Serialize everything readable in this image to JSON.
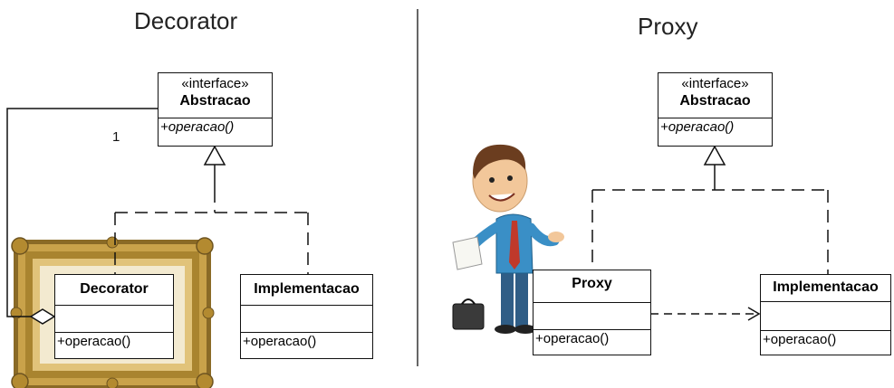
{
  "left_panel": {
    "title": "Decorator",
    "interface": {
      "stereotype": "«interface»",
      "name": "Abstracao",
      "operation": "+operacao()"
    },
    "decorator": {
      "name": "Decorator",
      "operation": "+operacao()"
    },
    "implementation": {
      "name": "Implementacao",
      "operation": "+operacao()"
    },
    "multiplicity": "1"
  },
  "right_panel": {
    "title": "Proxy",
    "interface": {
      "stereotype": "«interface»",
      "name": "Abstracao",
      "operation": "+operacao()"
    },
    "proxy": {
      "name": "Proxy",
      "operation": "+operacao()"
    },
    "implementation": {
      "name": "Implementacao",
      "operation": "+operacao()"
    }
  },
  "colors": {
    "frame_gold": "#b8953a",
    "frame_dark": "#6e5420",
    "shirt": "#3a8fc6",
    "pants": "#2f5d86",
    "tie": "#c0392b",
    "skin": "#f2c79a",
    "hair": "#6b3d1f"
  },
  "icons": [
    "picture-frame-illustration",
    "businessman-illustration",
    "briefcase-icon"
  ]
}
